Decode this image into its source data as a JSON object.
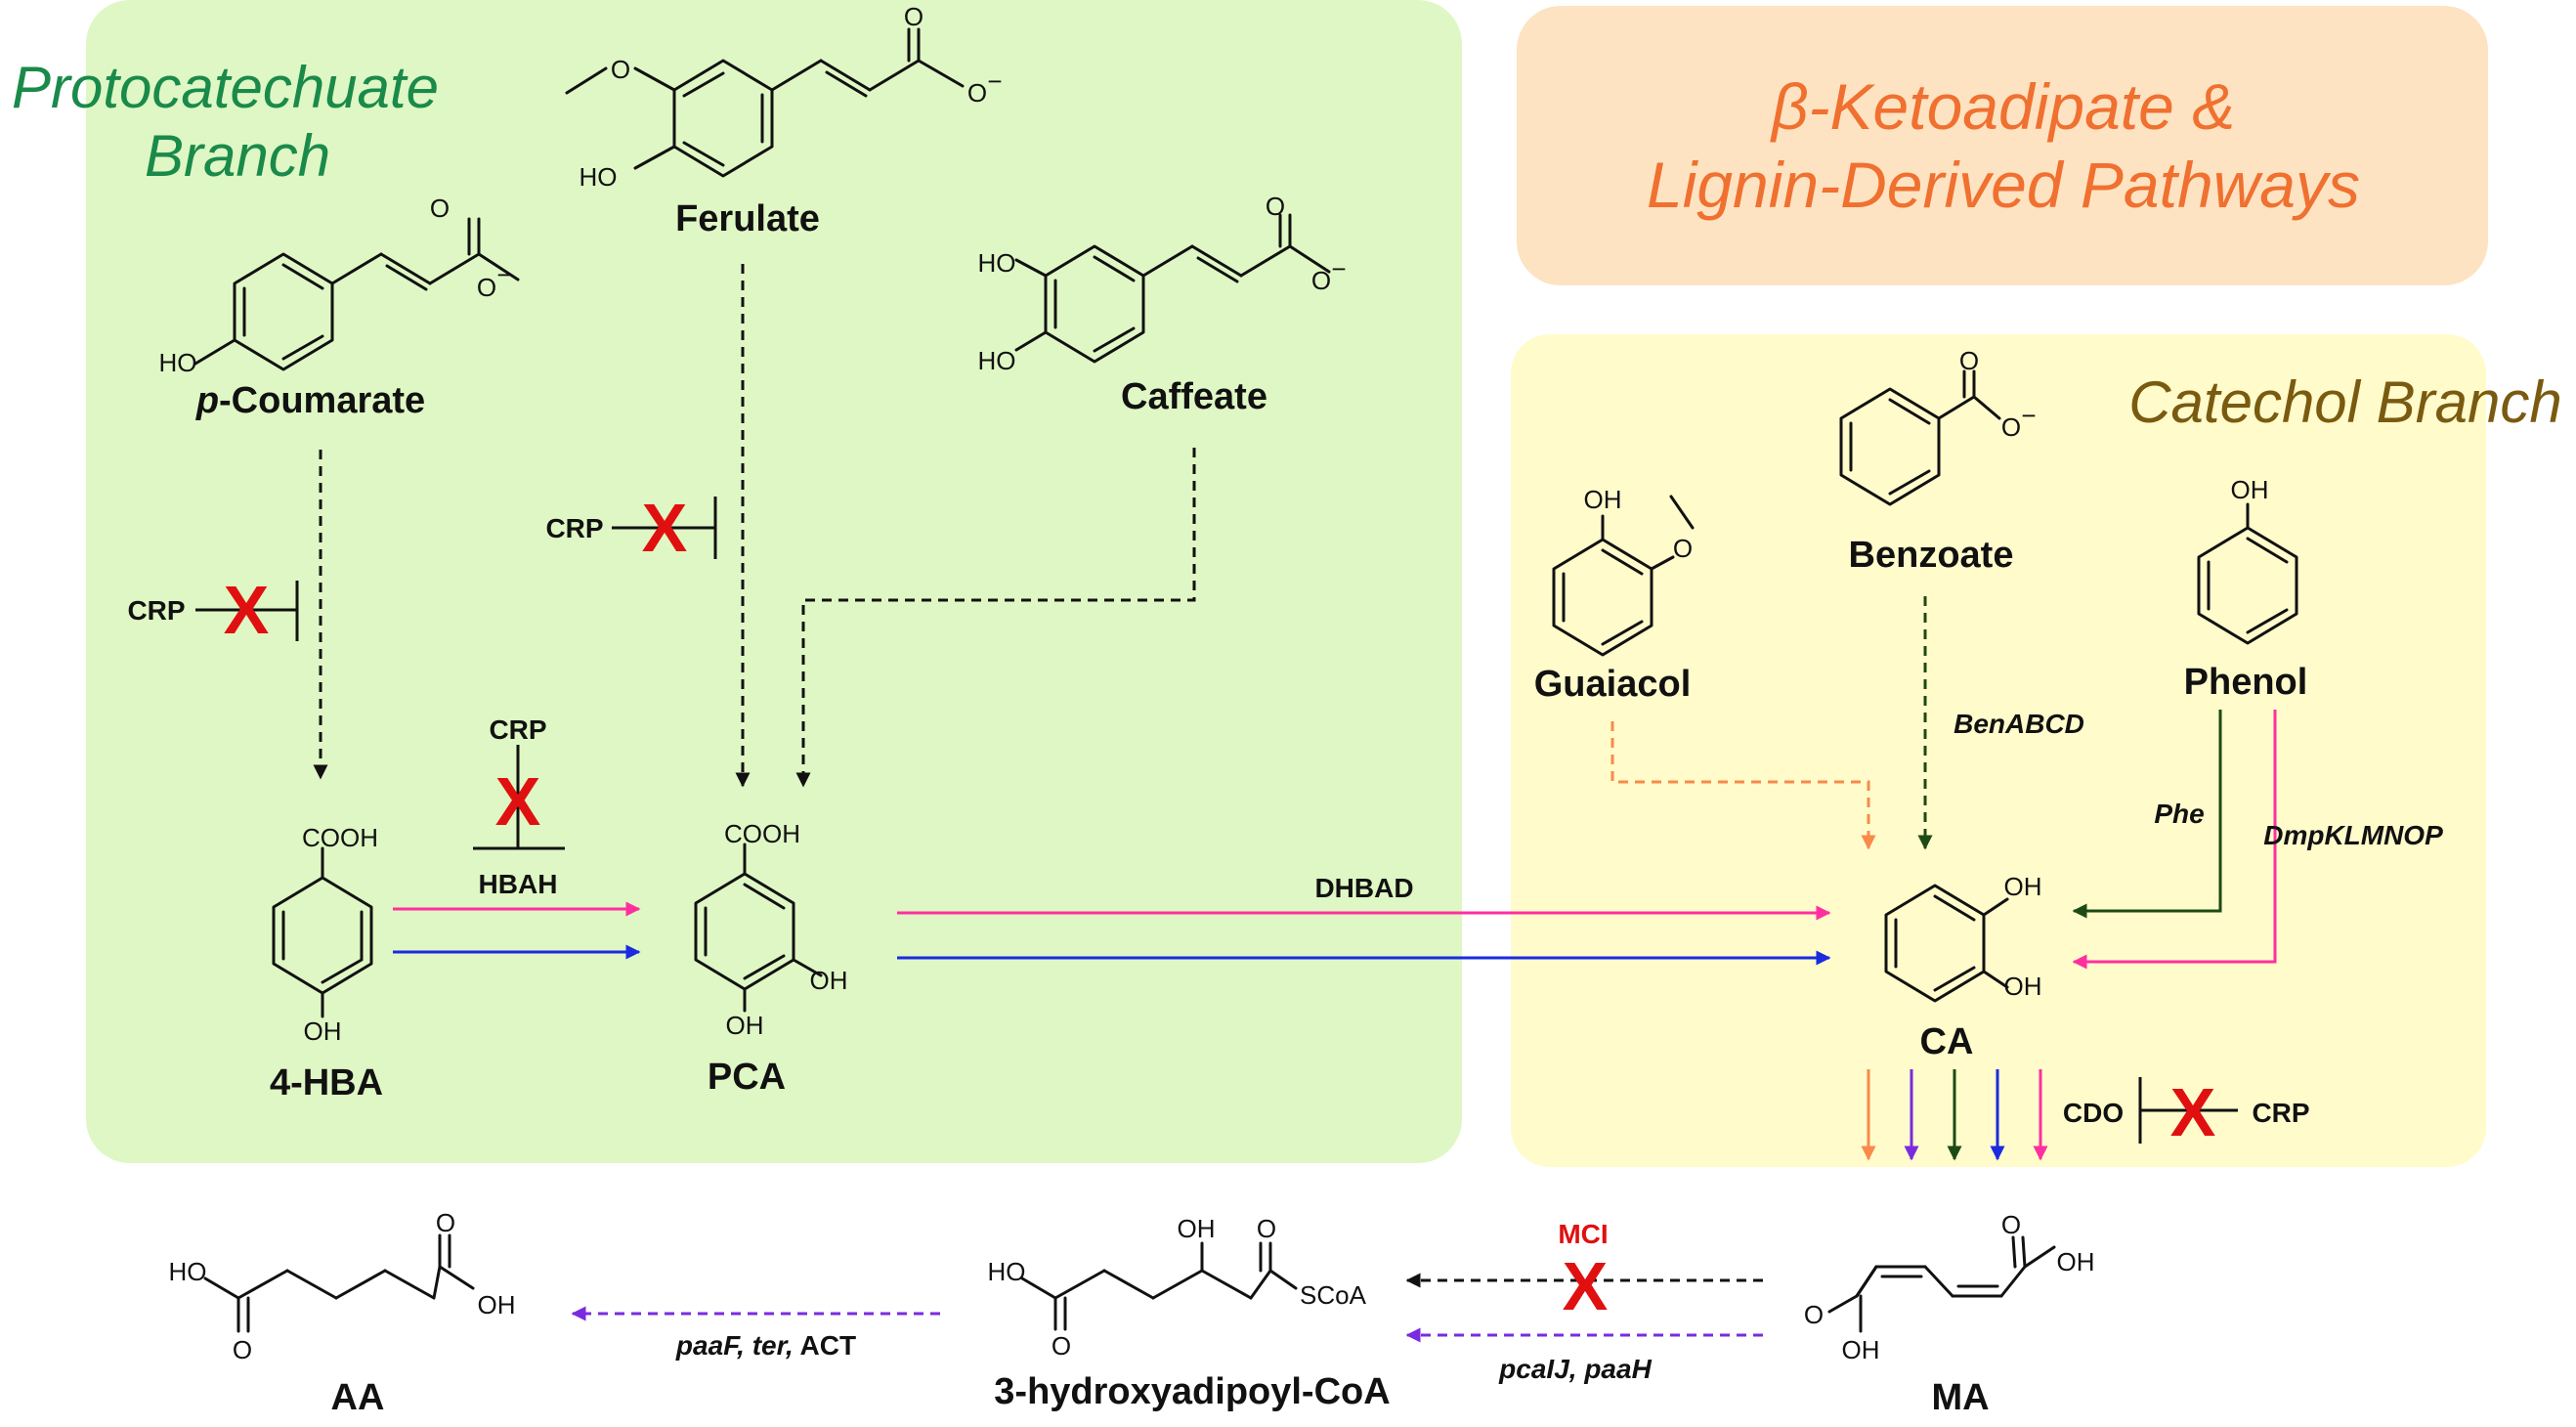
{
  "colors": {
    "protocatechuate_box": "#dff7c4",
    "ketoadipate_box": "#fde3c2",
    "catechol_box": "#fffbcb",
    "magenta": "#ff2fa0",
    "blue": "#1a2be0",
    "orange": "#f98a4a",
    "dark_green": "#1d4a14",
    "purple": "#7a2be0",
    "red_x": "#e01010"
  },
  "titles": {
    "protocatechuate_line1": "Protocatechuate",
    "protocatechuate_line2": "Branch",
    "ketoadipate_line1": "β-Ketoadipate &",
    "ketoadipate_line2": "Lignin-Derived Pathways",
    "catechol": "Catechol Branch"
  },
  "compounds": {
    "ferulate": "Ferulate",
    "p_coumarate_italic": "p",
    "p_coumarate_rest": "-Coumarate",
    "caffeate": "Caffeate",
    "hba": "4-HBA",
    "pca": "PCA",
    "guaiacol": "Guaiacol",
    "benzoate": "Benzoate",
    "phenol": "Phenol",
    "ca": "CA",
    "ma": "MA",
    "hydroxyadipoyl": "3-hydroxyadipoyl-CoA",
    "aa": "AA"
  },
  "atoms": {
    "ho": "HO",
    "oh": "OH",
    "o": "O",
    "o_minus": "O",
    "minus": "−",
    "cooh": "COOH",
    "scoa": "SCoA"
  },
  "enzymes": {
    "crp": "CRP",
    "hbah": "HBAH",
    "dhbad": "DHBAD",
    "benabcd": "BenABCD",
    "phe": "Phe",
    "dmpklmnop": "DmpKLMNOP",
    "cdo": "CDO",
    "mci": "MCI",
    "pcaij_paah": "pcaIJ, paaH",
    "paaf_ter": "paaF, ter,",
    "act": "ACT"
  },
  "inhibition_mark": "X"
}
